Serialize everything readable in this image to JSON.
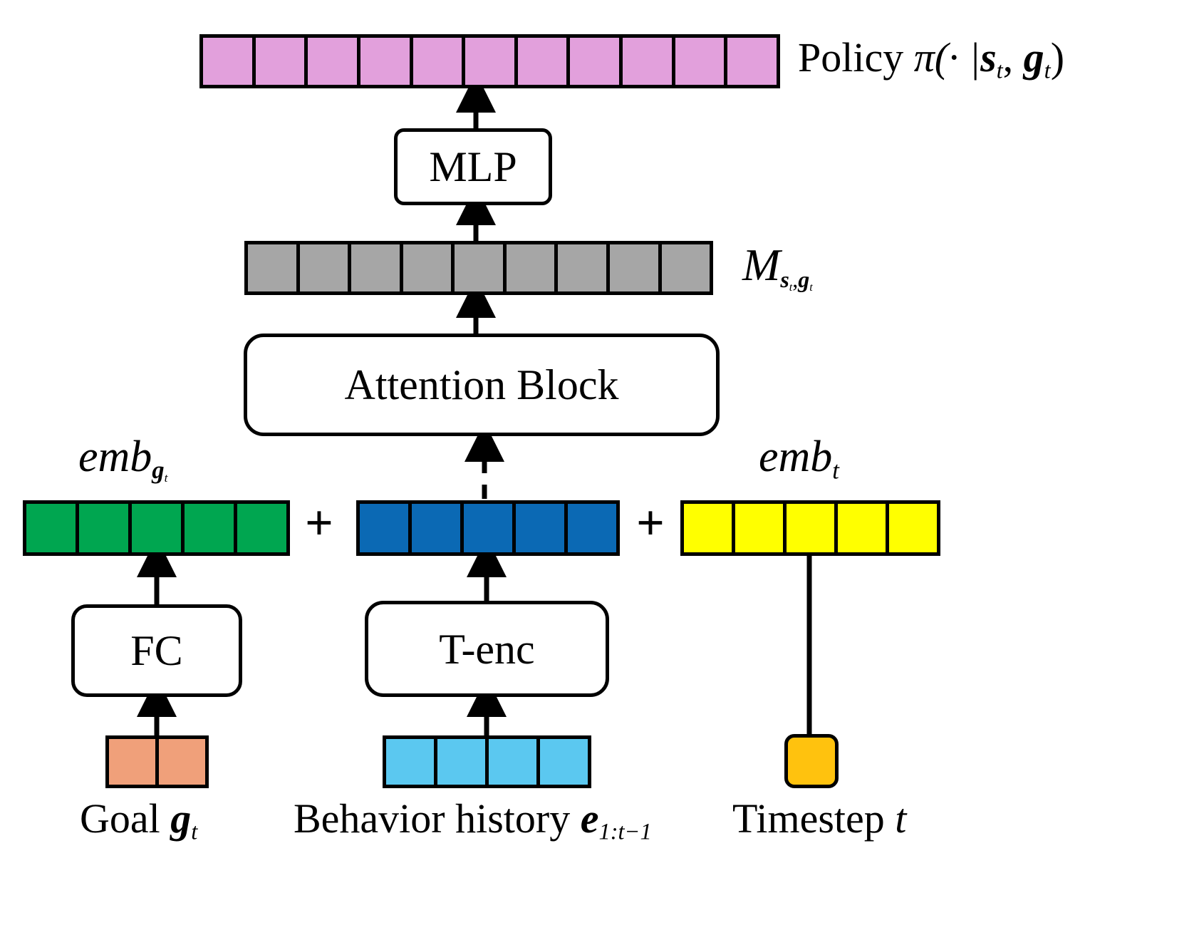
{
  "diagram": {
    "title": "Goal-conditioned policy network architecture",
    "colors": {
      "policy_pink": "#e2a0dc",
      "memory_gray": "#a6a6a6",
      "goal_emb_green": "#00a650",
      "history_emb_blue": "#0b69b4",
      "time_emb_yellow": "#ffff00",
      "goal_token_salmon": "#f0a07a",
      "history_token_lightblue": "#5bc8f0",
      "timestep_token_amber": "#ffc20e",
      "stroke_black": "#000000",
      "background_white": "#ffffff"
    },
    "rows": {
      "policy": {
        "cells": 11,
        "color_key": "policy_pink"
      },
      "memory": {
        "cells": 9,
        "color_key": "memory_gray"
      },
      "goal_embedding": {
        "cells": 5,
        "color_key": "goal_emb_green"
      },
      "history_embedding": {
        "cells": 5,
        "color_key": "history_emb_blue"
      },
      "time_embedding": {
        "cells": 5,
        "color_key": "time_emb_yellow"
      },
      "goal_token": {
        "cells": 2,
        "color_key": "goal_token_salmon"
      },
      "history_token": {
        "cells": 4,
        "color_key": "history_token_lightblue"
      },
      "timestep_token": {
        "cells": 1,
        "color_key": "timestep_token_amber"
      }
    },
    "blocks": {
      "mlp": "MLP",
      "attention": "Attention Block",
      "fc": "FC",
      "tenc": "T-enc"
    },
    "labels": {
      "policy_prefix": "Policy ",
      "policy_pi": "π(· |",
      "policy_s": "s",
      "policy_sub_t1": "t",
      "policy_comma": ", ",
      "policy_g": "g",
      "policy_sub_t2": "t",
      "policy_close": ")",
      "memory_M": "M",
      "memory_sub_s": "s",
      "memory_sub_st": "t",
      "memory_sub_comma": ",",
      "memory_sub_g": "g",
      "memory_sub_gt": "t",
      "emb_goal_main": "emb",
      "emb_goal_sub_g": "g",
      "emb_goal_sub_t": "t",
      "emb_time_main": "emb",
      "emb_time_sub_t": "t",
      "plus_left": "+",
      "plus_right": "+",
      "goal_text": "Goal ",
      "goal_sym": "g",
      "goal_sub": "t",
      "history_text": "Behavior history ",
      "history_sym": "e",
      "history_sub": "1:t−1",
      "timestep_text": "Timestep ",
      "timestep_sym": "t"
    },
    "connectors": [
      {
        "name": "mlp-to-policy",
        "style": "solid-arrow"
      },
      {
        "name": "memory-to-mlp",
        "style": "solid-arrow"
      },
      {
        "name": "attention-to-memory",
        "style": "solid-arrow"
      },
      {
        "name": "history-embedding-to-attention",
        "style": "dashed-arrow"
      },
      {
        "name": "fc-to-goal-embedding",
        "style": "solid-arrow"
      },
      {
        "name": "tenc-to-history-embedding",
        "style": "solid-arrow"
      },
      {
        "name": "timestep-token-to-time-embedding",
        "style": "plain-line"
      },
      {
        "name": "goal-token-to-fc",
        "style": "solid-arrow"
      },
      {
        "name": "history-token-to-tenc",
        "style": "solid-arrow"
      }
    ]
  }
}
